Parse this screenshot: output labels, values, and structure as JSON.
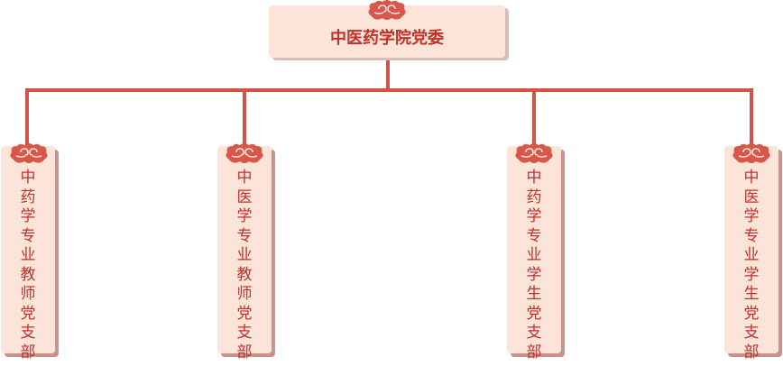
{
  "root": {
    "label": "中医药学院党委"
  },
  "children": [
    {
      "label": "中药学专业教师党支部"
    },
    {
      "label": "中医学专业教师党支部"
    },
    {
      "label": "中药学专业学生党支部"
    },
    {
      "label": "中医学专业学生党支部"
    }
  ],
  "colors": {
    "line": "#cf5446",
    "box": "#fce4d8",
    "text": "#c2302a"
  }
}
